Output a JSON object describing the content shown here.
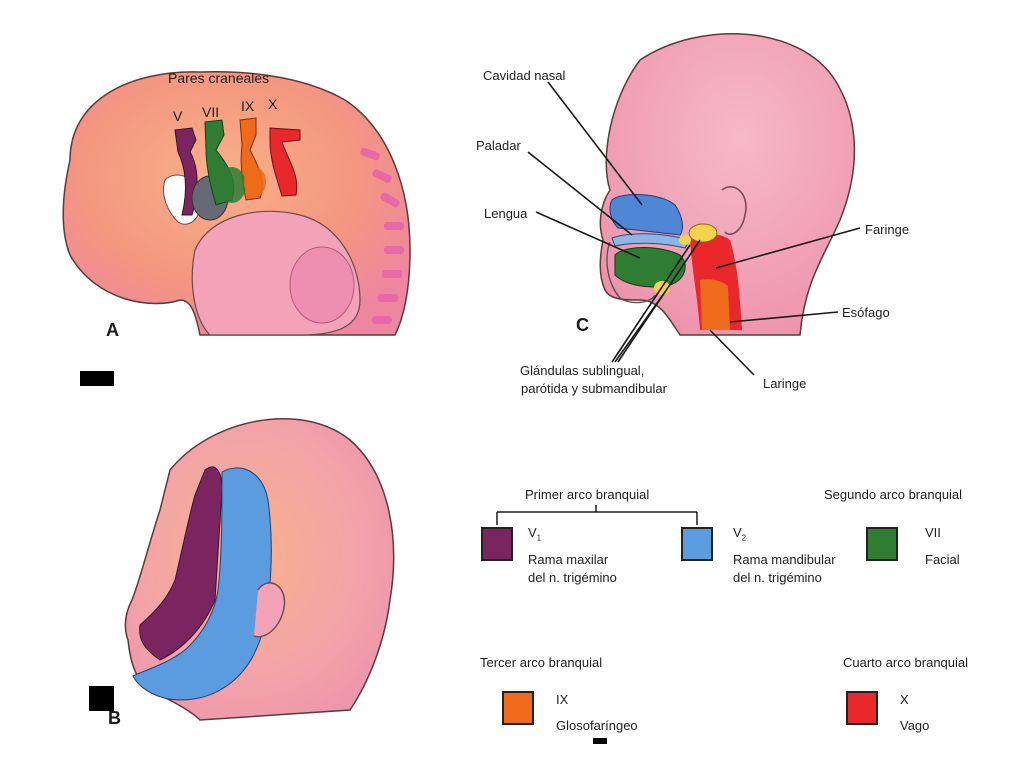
{
  "panel_a": {
    "letter": "A",
    "title": "Pares craneales",
    "nerves": [
      "V",
      "VII",
      "IX",
      "X"
    ]
  },
  "panel_b": {
    "letter": "B"
  },
  "panel_c": {
    "letter": "C",
    "labels": {
      "cavidad_nasal": "Cavidad nasal",
      "paladar": "Paladar",
      "lengua": "Lengua",
      "faringe": "Faringe",
      "esofago": "Esófago",
      "laringe": "Laringe",
      "glandulas_line1": "Glándulas sublingual,",
      "glandulas_line2": "parótida y submandibular"
    }
  },
  "legend": {
    "primer_arco": "Primer arco branquial",
    "segundo_arco": "Segundo arco branquial",
    "tercer_arco": "Tercer arco branquial",
    "cuarto_arco": "Cuarto arco branquial",
    "items": [
      {
        "code": "V",
        "sub": "1",
        "line1": "Rama maxilar",
        "line2": "del n. trigémino",
        "color": "#7a2560"
      },
      {
        "code": "V",
        "sub": "2",
        "line1": "Rama mandibular",
        "line2": "del n. trigémino",
        "color": "#5b9be0"
      },
      {
        "code": "VII",
        "sub": "",
        "line1": "Facial",
        "line2": "",
        "color": "#2e7d32"
      },
      {
        "code": "IX",
        "sub": "",
        "line1": "Glosofaríngeo",
        "line2": "",
        "color": "#ef6a1a"
      },
      {
        "code": "X",
        "sub": "",
        "line1": "Vago",
        "line2": "",
        "color": "#e8282a"
      }
    ]
  },
  "colors": {
    "skin": "#f2a0b4",
    "skin_light": "#f6b6c2",
    "embryo_peach": "#f4a07e",
    "trigeminal": "#7a2560",
    "mandibular": "#5b9be0",
    "facial": "#2e7d32",
    "glosofaringeo": "#ef6a1a",
    "vago": "#e8282a",
    "yellow": "#f5d24a"
  }
}
